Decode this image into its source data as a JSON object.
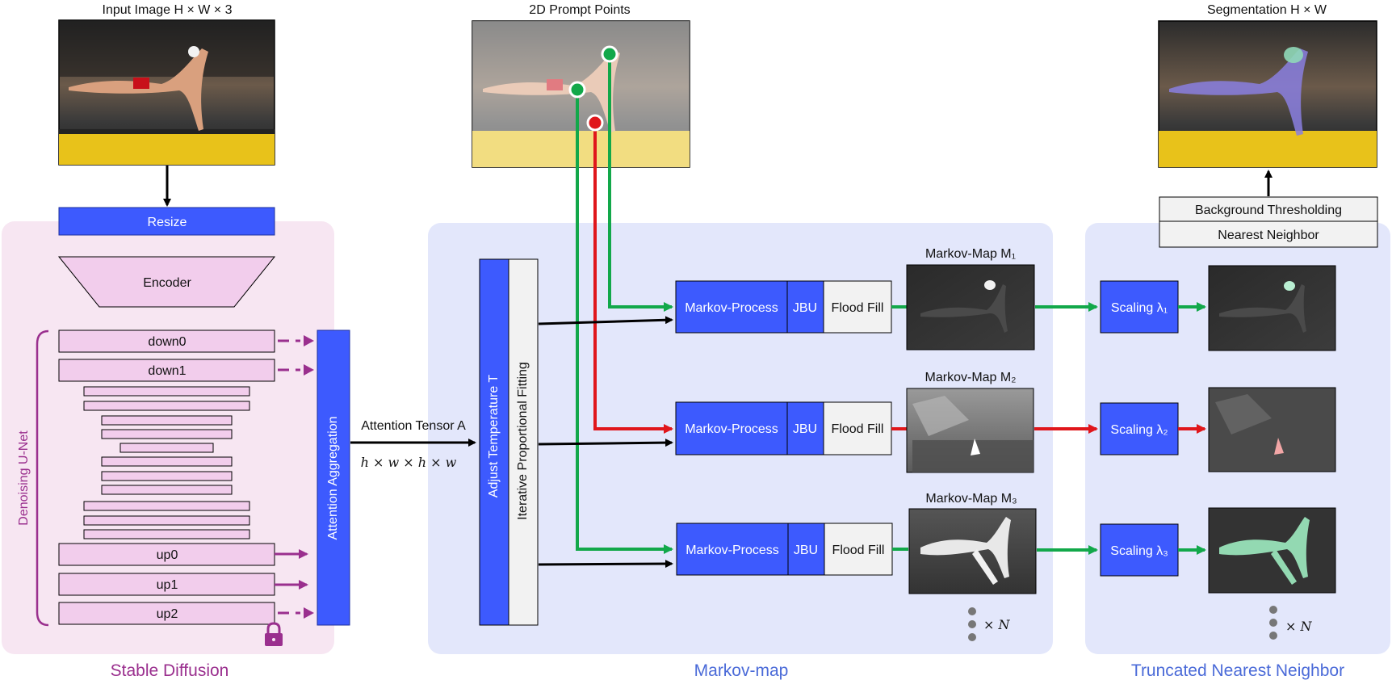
{
  "labels": {
    "input_image": "Input Image H × W × 3",
    "prompt_points": "2D Prompt Points",
    "segmentation": "Segmentation H × W",
    "resize": "Resize",
    "encoder": "Encoder",
    "down0": "down0",
    "down1": "down1",
    "up0": "up0",
    "up1": "up1",
    "up2": "up2",
    "denoising_unet": "Denoising U-Net",
    "attention_aggregation": "Attention Aggregation",
    "attention_tensor": "Attention Tensor A",
    "tensor_shape": "h × w × h × w",
    "adjust_temperature": "Adjust Temperature T",
    "ipf": "Iterative Proportional Fitting",
    "markov_process": "Markov-Process",
    "jbu": "JBU",
    "flood_fill": "Flood Fill",
    "markov_map_1": "Markov-Map M₁",
    "markov_map_2": "Markov-Map M₂",
    "markov_map_3": "Markov-Map M₃",
    "scaling_1": "Scaling λ₁",
    "scaling_2": "Scaling λ₂",
    "scaling_3": "Scaling λ₃",
    "times_n": "× N",
    "background_thresholding": "Background Thresholding",
    "nearest_neighbor": "Nearest Neighbor",
    "section_stable_diffusion": "Stable Diffusion",
    "section_markov_map": "Markov-map",
    "section_tnn": "Truncated Nearest Neighbor"
  },
  "colors": {
    "blue_block": "#3d5afe",
    "panel_pink": "#f7e6f2",
    "panel_blue": "#e3e7fb",
    "pink_block": "#f2cdec",
    "purple": "#9a2f8e",
    "section_blue": "#4a6ad8",
    "green": "#12a84a",
    "red": "#e0161b",
    "grey_box": "#f2f2f2"
  }
}
